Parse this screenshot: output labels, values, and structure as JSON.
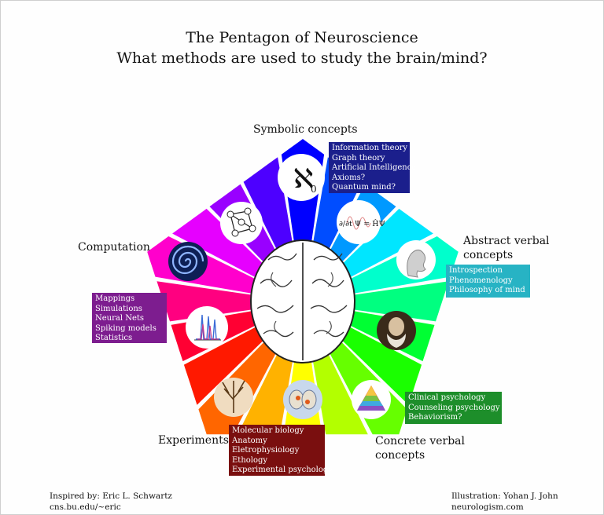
{
  "title": {
    "line1": "The Pentagon of Neuroscience",
    "line2": "What methods are used to study the brain/mind?"
  },
  "vertices": {
    "symbolic": "Symbolic concepts",
    "abstract": [
      "Abstract verbal",
      "concepts"
    ],
    "concrete": [
      "Concrete verbal",
      "concepts"
    ],
    "experiments": "Experiments",
    "computation": "Computation"
  },
  "boxes": {
    "symbolic": {
      "color": "#1b1f8c",
      "items": [
        "Information theory",
        "Graph theory",
        "Artificial Intelligence",
        "Axioms?",
        "Quantum mind?"
      ]
    },
    "abstract": {
      "color": "#27b3c4",
      "items": [
        "Introspection",
        "Phenomenology",
        "Philosophy of mind"
      ]
    },
    "concrete": {
      "color": "#1d8e2a",
      "items": [
        "Clinical psychology",
        "Counseling psychology",
        "Behaviorism?"
      ]
    },
    "experiments": {
      "color": "#7a0f0f",
      "items": [
        "Molecular biology",
        "Anatomy",
        "Eletrophysiology",
        "Ethology",
        "Experimental psychology"
      ]
    },
    "computation": {
      "color": "#7d1d8f",
      "items": [
        "Mappings",
        "Simulations",
        "Neural Nets",
        "Spiking models",
        "Statistics"
      ]
    }
  },
  "icons": {
    "aleph_symbol": "ℵ",
    "aleph_subscript": "0",
    "equation": "∂/∂t Ψ = ĤΨ"
  },
  "credits": {
    "left": [
      "Inspired by: Eric L. Schwartz",
      "cns.bu.edu/~eric"
    ],
    "right": [
      "Illustration: Yohan J. John",
      "neurologism.com"
    ]
  }
}
